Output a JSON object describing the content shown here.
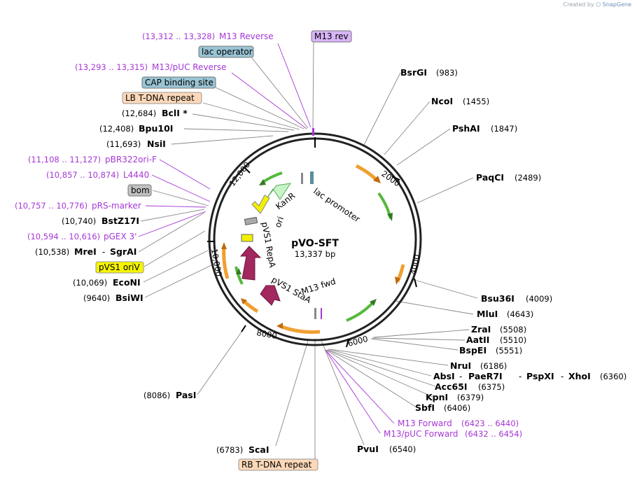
{
  "credit": {
    "prefix": "Created by",
    "brand": "SnapGene"
  },
  "plasmid": {
    "name": "pVO-SFT",
    "size": "13,337 bp"
  },
  "ruler": [
    "2000",
    "4000",
    "6000",
    "8000",
    "10,000",
    "12,000"
  ],
  "boxed_labels": {
    "m13rev": "M13 rev",
    "lac_operator": "lac operator",
    "cap": "CAP binding site",
    "lb": "LB T-DNA repeat",
    "bom": "bom",
    "pvs1_oriv": "pVS1 oriV",
    "rb": "RB T-DNA repeat"
  },
  "inner_features": {
    "kanr": "KanR",
    "ori": "ori",
    "lac_promoter": "lac promoter",
    "pvs1_repa": "pVS1 RepA",
    "pvs1_staa": "pVS1 StaA",
    "m13_fwd": "M13 fwd"
  },
  "sites": [
    {
      "name": "BsrGI",
      "pos": "(983)"
    },
    {
      "name": "NcoI",
      "pos": "(1455)"
    },
    {
      "name": "PshAI",
      "pos": "(1847)"
    },
    {
      "name": "PaqCI",
      "pos": "(2489)"
    },
    {
      "name": "Bsu36I",
      "pos": "(4009)"
    },
    {
      "name": "MluI",
      "pos": "(4643)"
    },
    {
      "name": "ZraI",
      "pos": "(5508)"
    },
    {
      "name": "AatII",
      "pos": "(5510)"
    },
    {
      "name": "BspEI",
      "pos": "(5551)"
    },
    {
      "name": "NruI",
      "pos": "(6186)"
    },
    {
      "name": "AbsI",
      "pos": ""
    },
    {
      "name": "PaeR7I",
      "pos": ""
    },
    {
      "name": "PspXI",
      "pos": ""
    },
    {
      "name": "XhoI",
      "pos": "(6360)"
    },
    {
      "name": "Acc65I",
      "pos": "(6375)"
    },
    {
      "name": "KpnI",
      "pos": "(6379)"
    },
    {
      "name": "SbfI",
      "pos": "(6406)"
    },
    {
      "name": "PvuI",
      "pos": "(6540)"
    },
    {
      "name": "ScaI",
      "pos": "(6783)"
    },
    {
      "name": "PasI",
      "pos": "(8086)"
    },
    {
      "name": "BsiWI",
      "pos": "(9640)"
    },
    {
      "name": "EcoNI",
      "pos": "(10,069)"
    },
    {
      "name": "MreI",
      "pos": "(10,538)"
    },
    {
      "name": "SgrAI",
      "pos": ""
    },
    {
      "name": "BstZ17I",
      "pos": "(10,740)"
    },
    {
      "name": "NsiI",
      "pos": "(11,693)"
    },
    {
      "name": "Bpu10I",
      "pos": "(12,408)"
    },
    {
      "name": "BclI *",
      "pos": "(12,684)"
    }
  ],
  "primers": [
    {
      "name": "M13 Reverse",
      "pos": "(13,312 .. 13,328)"
    },
    {
      "name": "M13/pUC Reverse",
      "pos": "(13,293 .. 13,315)"
    },
    {
      "name": "pBR322ori-F",
      "pos": "(11,108 .. 11,127)"
    },
    {
      "name": "L4440",
      "pos": "(10,857 .. 10,874)"
    },
    {
      "name": "pRS-marker",
      "pos": "(10,757 .. 10,776)"
    },
    {
      "name": "pGEX 3'",
      "pos": "(10,594 .. 10,616)"
    },
    {
      "name": "M13 Forward",
      "pos": "(6423 .. 6440)"
    },
    {
      "name": "M13/pUC Forward",
      "pos": "(6432 .. 6454)"
    }
  ],
  "colors": {
    "primer": "#a637d6",
    "orange_arrow": "#f0a030",
    "green_arrow": "#55b83c",
    "kanr": "#c8f5c8",
    "ori": "#f2f000",
    "repa": "#a2285e",
    "m13rev_box": "#d8b4f8",
    "lac_box": "#99c4d4",
    "lb_box": "#fcd8b8",
    "bom_box": "#c0c0c0",
    "oriv_box": "#f5f500"
  }
}
